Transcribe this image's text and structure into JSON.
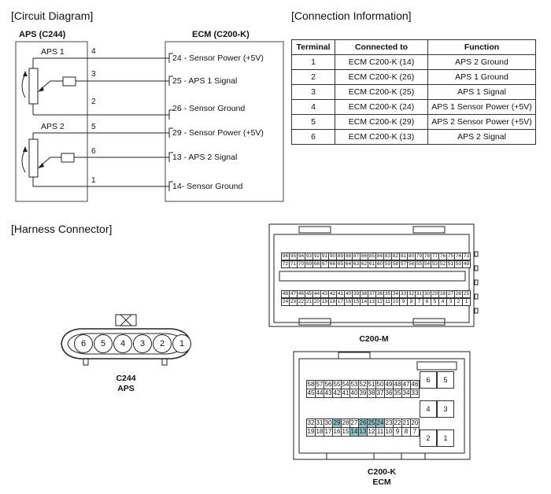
{
  "sections": {
    "circuit": "[Circuit Diagram]",
    "connection": "[Connection Information]",
    "harness": "[Harness Connector]"
  },
  "circuit": {
    "aps_title": "APS (C244)",
    "ecm_title": "ECM (C200-K)",
    "aps1": "APS 1",
    "aps2": "APS 2",
    "left_pins": [
      "4",
      "3",
      "2",
      "5",
      "6",
      "1"
    ],
    "ecm_labels": [
      "24 - Sensor Power (+5V)",
      "25 - APS 1 Signal",
      "26 - Sensor Ground",
      "29 - Sensor Power (+5V)",
      "13 - APS 2 Signal",
      "14- Sensor Ground"
    ]
  },
  "table": {
    "headers": [
      "Terminal",
      "Connected to",
      "Function"
    ],
    "rows": [
      [
        "1",
        "ECM C200-K (14)",
        "APS 2 Ground"
      ],
      [
        "2",
        "ECM C200-K (26)",
        "APS 1 Ground"
      ],
      [
        "3",
        "ECM C200-K (25)",
        "APS 1 Signal"
      ],
      [
        "4",
        "ECM C200-K (24)",
        "APS 1 Sensor Power (+5V)"
      ],
      [
        "5",
        "ECM C200-K (29)",
        "APS 2 Sensor Power (+5V)"
      ],
      [
        "6",
        "ECM C200-K (13)",
        "APS 2 Signal"
      ]
    ]
  },
  "harness": {
    "c244_pins": [
      "6",
      "5",
      "4",
      "3",
      "2",
      "1"
    ],
    "c244_name": "C244",
    "c244_sub": "APS",
    "c200m_name": "C200-M",
    "c200k_name": "C200-K",
    "c200k_sub": "ECM",
    "m_row1": [
      "96",
      "95",
      "94",
      "93",
      "92",
      "91",
      "90",
      "89",
      "88",
      "87",
      "86",
      "85",
      "84",
      "83",
      "82",
      "81",
      "80",
      "79",
      "78",
      "77",
      "76",
      "75",
      "74",
      "73"
    ],
    "m_row2": [
      "72",
      "71",
      "70",
      "69",
      "68",
      "67",
      "66",
      "65",
      "64",
      "63",
      "62",
      "61",
      "60",
      "59",
      "58",
      "57",
      "56",
      "55",
      "54",
      "53",
      "52",
      "51",
      "50",
      "49"
    ],
    "m_row3": [
      "48",
      "47",
      "46",
      "45",
      "44",
      "43",
      "42",
      "41",
      "40",
      "39",
      "38",
      "37",
      "36",
      "35",
      "34",
      "33",
      "32",
      "31",
      "30",
      "29",
      "28",
      "27",
      "26",
      "25"
    ],
    "m_row4": [
      "24",
      "23",
      "22",
      "21",
      "20",
      "19",
      "18",
      "17",
      "16",
      "15",
      "14",
      "13",
      "12",
      "11",
      "10",
      "9",
      "8",
      "7",
      "6",
      "5",
      "4",
      "3",
      "2",
      "1"
    ],
    "k_row1": [
      "58",
      "57",
      "56",
      "55",
      "54",
      "53",
      "52",
      "51",
      "50",
      "49",
      "48",
      "47",
      "46"
    ],
    "k_row2": [
      "45",
      "44",
      "43",
      "42",
      "41",
      "40",
      "39",
      "38",
      "37",
      "36",
      "35",
      "34",
      "33"
    ],
    "k_row3": [
      "32",
      "31",
      "30",
      "29",
      "28",
      "27",
      "26",
      "25",
      "24",
      "23",
      "22",
      "21",
      "20"
    ],
    "k_row4": [
      "19",
      "18",
      "17",
      "16",
      "15",
      "14",
      "13",
      "12",
      "11",
      "10",
      "9",
      "8",
      "7"
    ],
    "k_big": [
      "6",
      "5",
      "4",
      "3",
      "2",
      "1"
    ],
    "highlight_color": "#8fc3c3",
    "highlighted_pins": [
      "29",
      "26",
      "25",
      "24",
      "14",
      "13"
    ]
  }
}
